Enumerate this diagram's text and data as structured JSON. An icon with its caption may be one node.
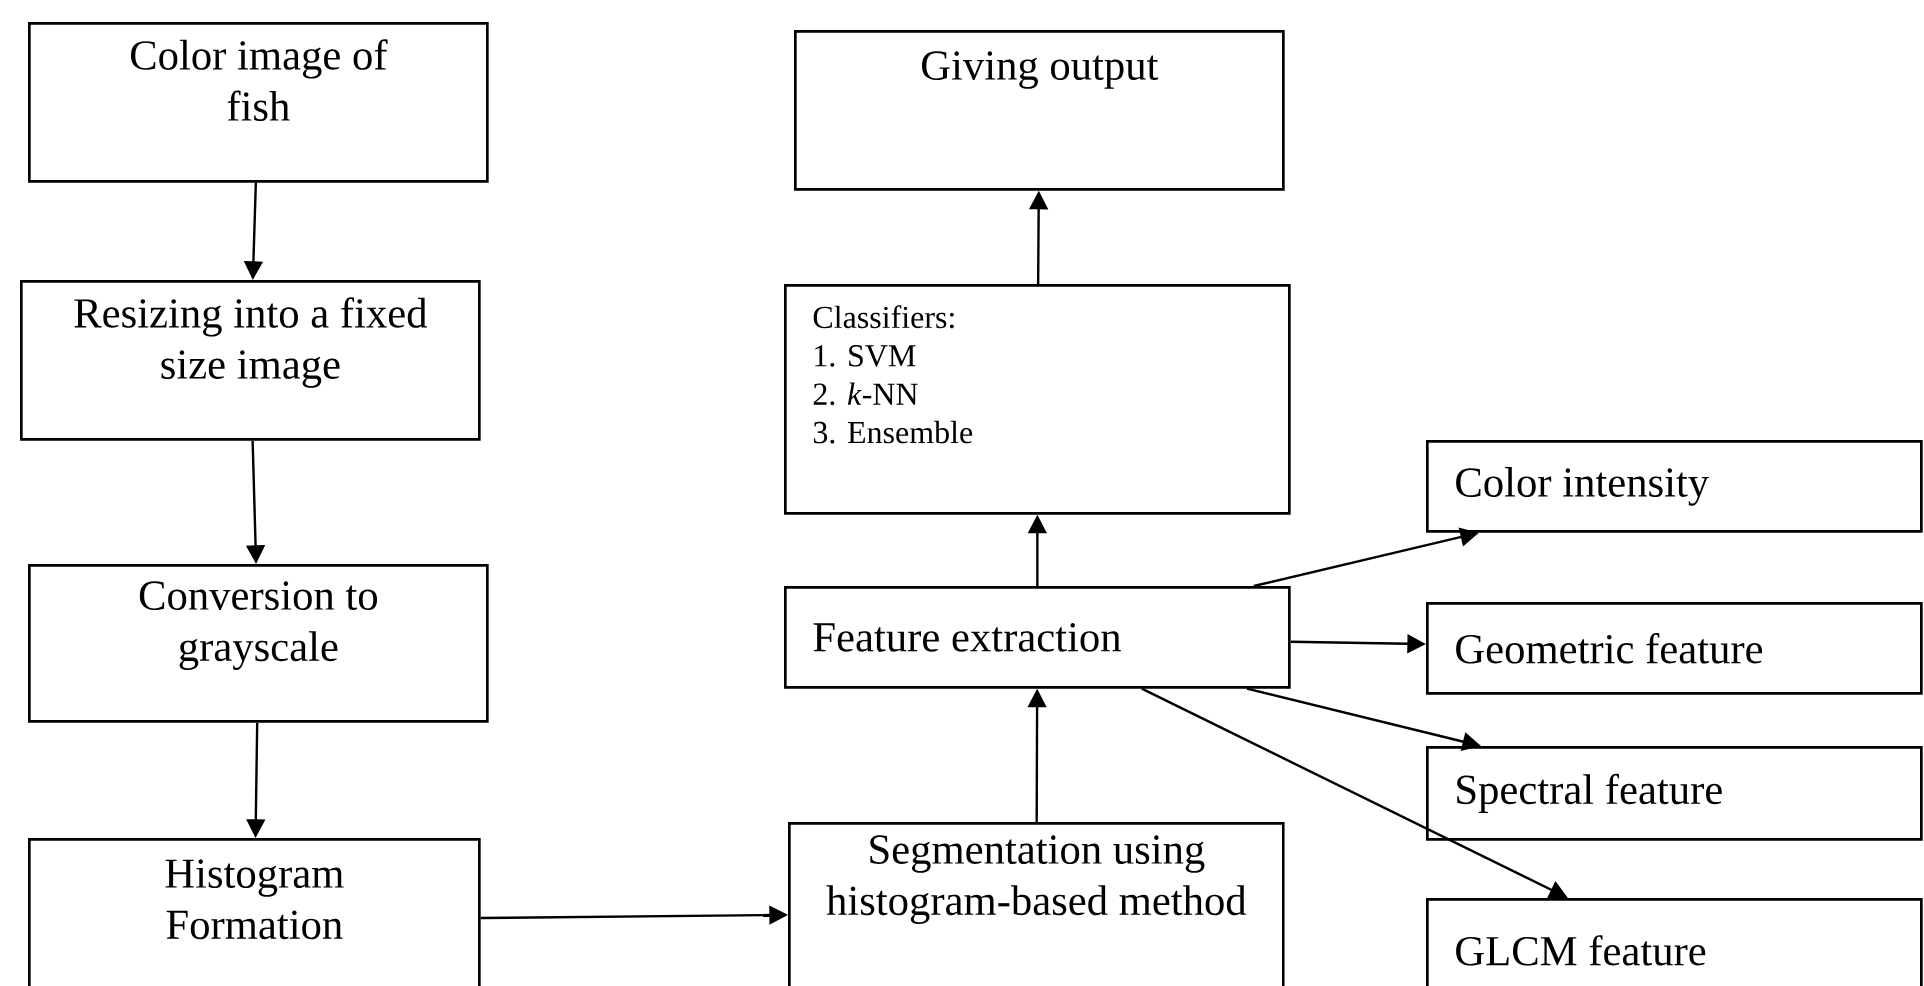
{
  "diagram": {
    "nodes": [
      {
        "text": [
          "Color image of fish"
        ]
      },
      {
        "text": [
          "Resizing into a fixed size image"
        ]
      },
      {
        "text": [
          "Conversion to grayscale"
        ]
      },
      {
        "text": [
          "Histogram Formation"
        ]
      },
      {
        "text": [
          "Segmentation using histogram-based method"
        ]
      },
      {
        "text": [
          "Feature extraction"
        ]
      },
      {
        "text": [
          "Classifiers:",
          "1. SVM",
          "2. *k*-NN",
          "3. Ensemble"
        ]
      },
      {
        "text": [
          "Giving output"
        ]
      },
      {
        "text": [
          "Color intensity"
        ]
      },
      {
        "text": [
          "Geometric feature"
        ]
      },
      {
        "text": [
          "Spectral feature"
        ]
      },
      {
        "text": [
          "GLCM feature"
        ]
      }
    ],
    "edges": [
      {
        "from": 0,
        "to": 1,
        "arrow": "to"
      },
      {
        "from": 1,
        "to": 2,
        "arrow": "to"
      },
      {
        "from": 2,
        "to": 3,
        "arrow": "to"
      },
      {
        "from": 3,
        "to": 4,
        "arrow": "to"
      },
      {
        "from": 4,
        "to": 5,
        "arrow": "to"
      },
      {
        "from": 5,
        "to": 6,
        "arrow": "to"
      },
      {
        "from": 6,
        "to": 7,
        "arrow": "to"
      },
      {
        "from": 5,
        "to": 8,
        "arrow": "to"
      },
      {
        "from": 5,
        "to": 9,
        "arrow": "to"
      },
      {
        "from": 5,
        "to": 10,
        "arrow": "to"
      },
      {
        "from": 5,
        "to": 11,
        "arrow": "to"
      }
    ]
  }
}
